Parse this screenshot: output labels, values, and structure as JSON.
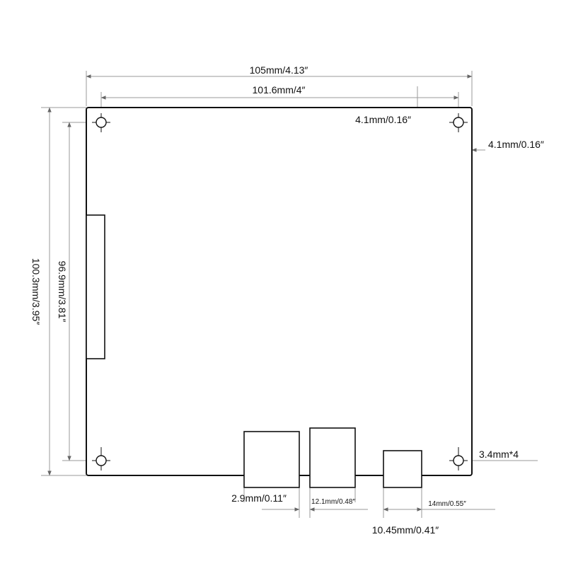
{
  "labels": {
    "overall_width": "105mm/4.13″",
    "hole_span_width": "101.6mm/4″",
    "top_hole_offset": "4.1mm/0.16″",
    "right_hole_offset": "4.1mm/0.16″",
    "overall_height": "100.3mm/3.95″",
    "hole_span_height": "96.9mm/3.81″",
    "hole_diameter": "3.4mm*4",
    "port_a": "2.9mm/0.11″",
    "port_b": "12.1mm/0.48″",
    "port_c": "14mm/0.55″",
    "port_d": "10.45mm/0.41″"
  }
}
